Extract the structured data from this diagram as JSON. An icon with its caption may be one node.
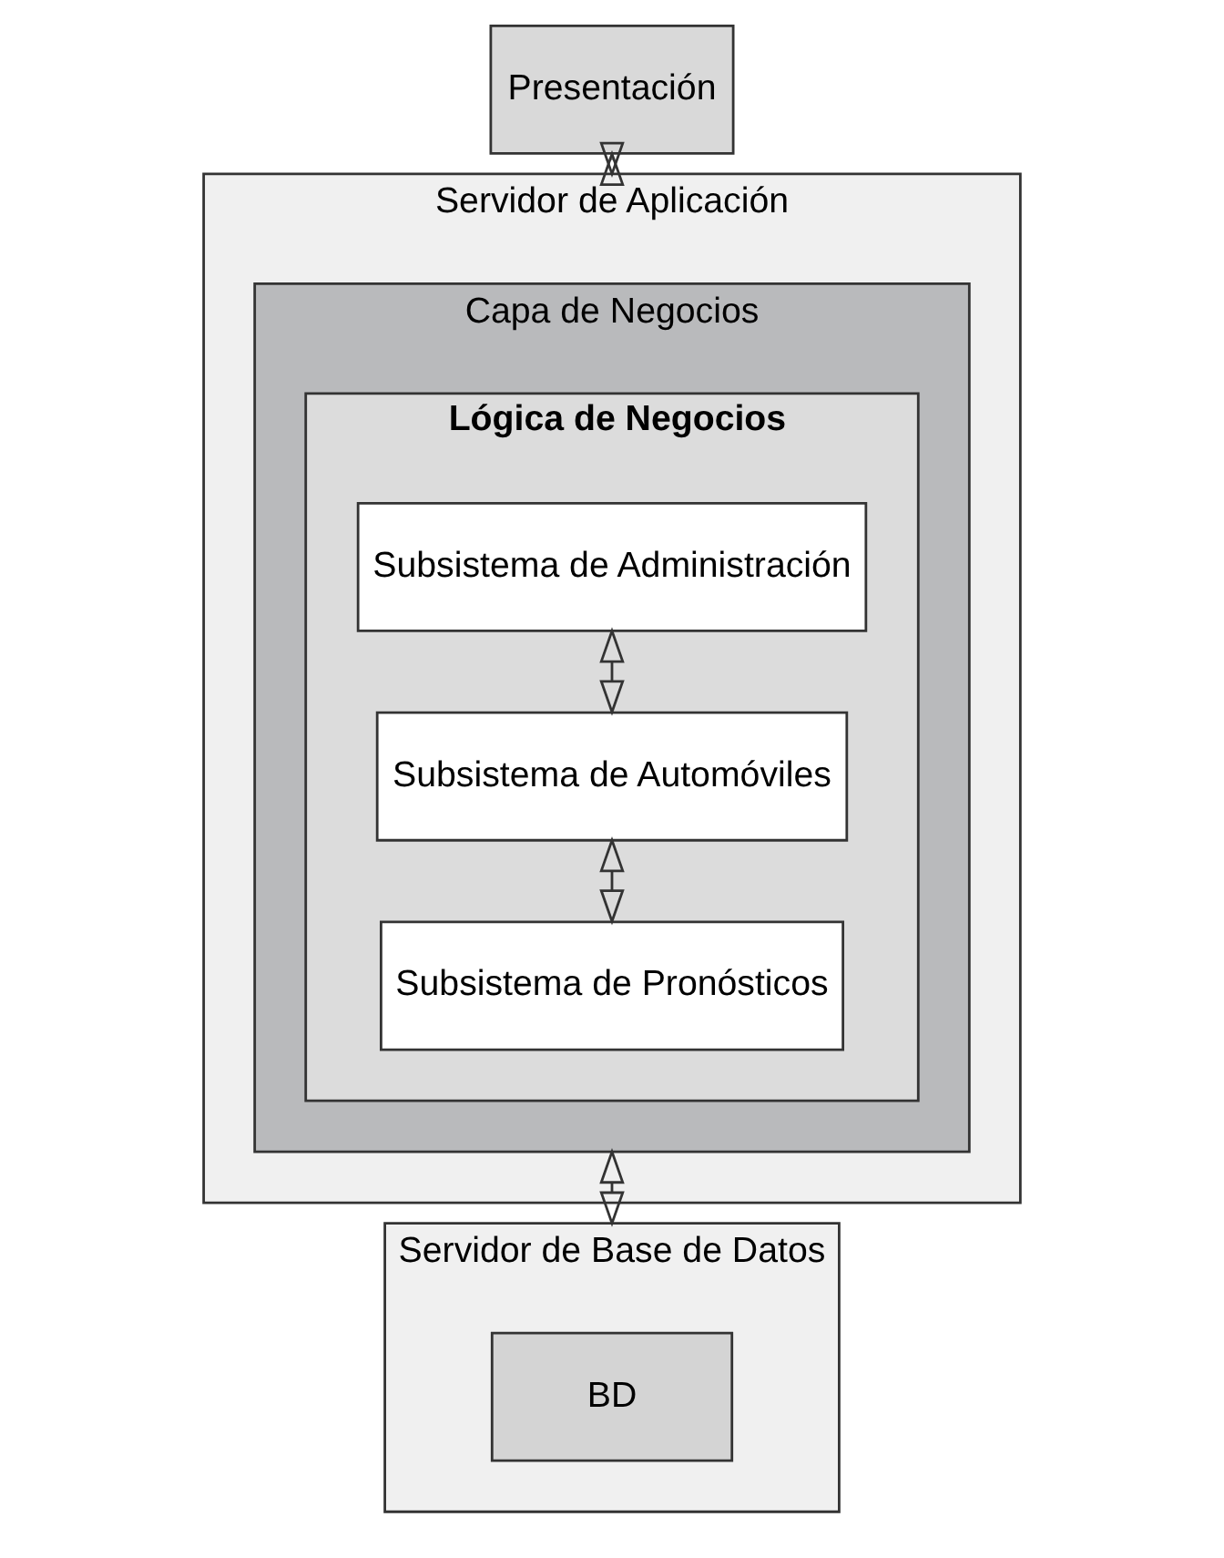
{
  "diagram": {
    "nodes": [
      {
        "text": [
          "Presentación"
        ]
      },
      {
        "text": [
          "Servidor de Aplicación"
        ]
      },
      {
        "text": [
          "Capa de Negocios"
        ],
        "in": 1
      },
      {
        "text": [
          "Lógica de Negocios"
        ],
        "in": 2
      },
      {
        "text": [
          "Subsistema de Administración"
        ],
        "in": 3
      },
      {
        "text": [
          "Subsistema de Automóviles"
        ],
        "in": 3
      },
      {
        "text": [
          "Subsistema de Pronósticos"
        ],
        "in": 3
      },
      {
        "text": [
          "Servidor de Base de Datos"
        ]
      },
      {
        "text": [
          "BD"
        ],
        "in": 7
      }
    ],
    "edges": [
      {
        "from": 0,
        "to": 1,
        "arrow": "both"
      },
      {
        "from": 4,
        "to": 5,
        "arrow": "both"
      },
      {
        "from": 5,
        "to": 6,
        "arrow": "both"
      },
      {
        "from": 2,
        "to": 7,
        "arrow": "both"
      }
    ]
  }
}
